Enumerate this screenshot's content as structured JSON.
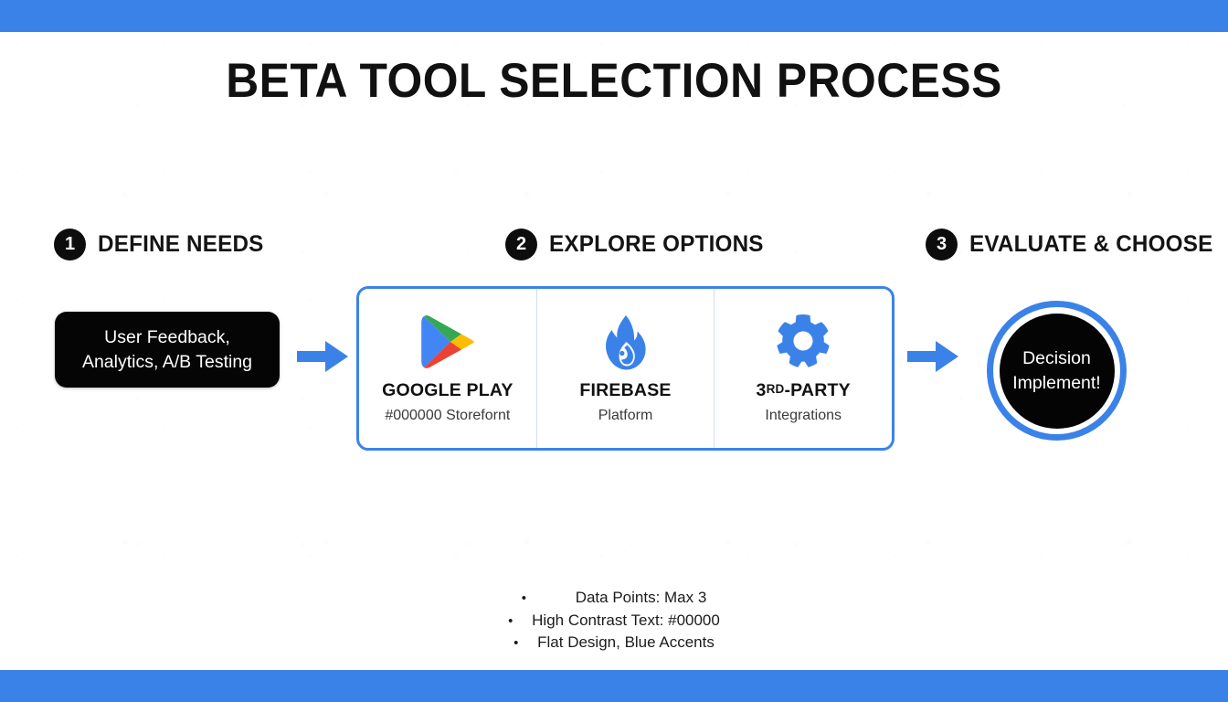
{
  "slide": {
    "title": "BETA TOOL SELECTION PROCESS",
    "accent_color": "#3b82e8",
    "text_color": "#000000",
    "background_color": "#ffffff"
  },
  "steps": [
    {
      "number": "1",
      "label": "DEFINE NEEDS"
    },
    {
      "number": "2",
      "label": "EXPLORE OPTIONS"
    },
    {
      "number": "3",
      "label": "EVALUATE & CHOOSE"
    }
  ],
  "input_box": {
    "line1": "User Feedback,",
    "line2": "Analytics, A/B Testing"
  },
  "arrows": {
    "arrow1_name": "arrow-right",
    "arrow2_name": "arrow-right"
  },
  "options": [
    {
      "icon": "google-play-icon",
      "name": "GOOGLE PLAY",
      "subtitle": "#000000 Storefornt"
    },
    {
      "icon": "firebase-flame-icon",
      "name": "FIREBASE",
      "name_prefix": "FIREBASE",
      "subtitle": "Platform"
    },
    {
      "icon": "gear-icon",
      "name_prefix": "3",
      "name_sup": "RD",
      "name_suffix": "-PARTY",
      "name": "3RD-PARTY",
      "subtitle": "Integrations"
    }
  ],
  "decision": {
    "line1": "Decision",
    "line2": "Implement!"
  },
  "notes": [
    {
      "bullet": "•",
      "text": "Data Points: Max 3",
      "indented": true
    },
    {
      "bullet": "•",
      "text": "High Contrast Text: #00000",
      "indented": false
    },
    {
      "bullet": "•",
      "text": "Flat Design, Blue Accents",
      "indented": false
    }
  ]
}
